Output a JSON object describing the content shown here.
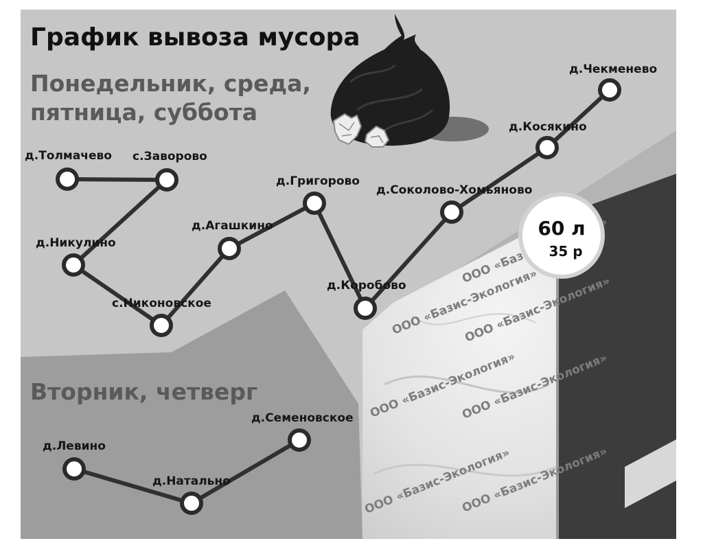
{
  "title": "График вывоза мусора",
  "schedule_a": {
    "days_line1": "Понедельник, среда,",
    "days_line2": "пятница, суббота",
    "stops": [
      {
        "name": "д.Толмачево"
      },
      {
        "name": "с.Заворово"
      },
      {
        "name": "д.Никулино"
      },
      {
        "name": "с.Никоновское"
      },
      {
        "name": "д.Агашкино"
      },
      {
        "name": "д.Григорово"
      },
      {
        "name": "д.Коробово"
      },
      {
        "name": "д.Соколово-Хомьяново"
      },
      {
        "name": "д.Косякино"
      },
      {
        "name": "д.Чекменево"
      }
    ]
  },
  "schedule_b": {
    "days": "Вторник, четверг",
    "stops": [
      {
        "name": "д.Левино"
      },
      {
        "name": "д.Натально"
      },
      {
        "name": "д.Семеновское"
      }
    ]
  },
  "bag": {
    "volume": "60 л",
    "price": "35 р",
    "print_text": "ООО «Базис-Экология»"
  },
  "colors": {
    "panel_top": "#c6c6c6",
    "panel_bottom": "#9d9d9d",
    "node_fill": "#ffffff",
    "route_line": "#303030",
    "title_text": "#111111",
    "days_text": "#5a5a5a"
  },
  "icons": [
    "garbage-bag-icon",
    "crumpled-paper-icon"
  ]
}
